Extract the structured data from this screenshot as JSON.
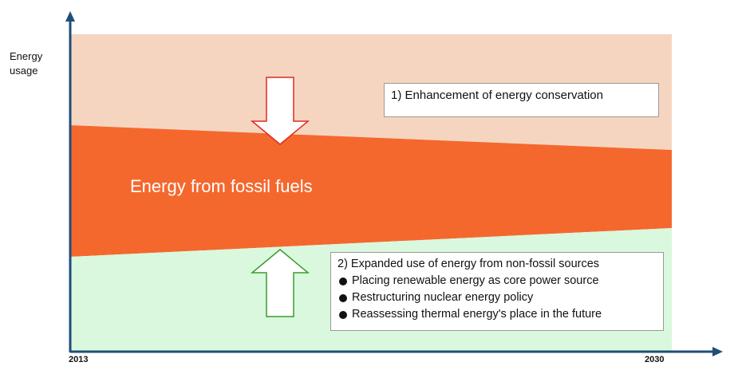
{
  "axis": {
    "y_label_line1": "Energy",
    "y_label_line2": "usage",
    "x_start": "2013",
    "x_end": "2030"
  },
  "regions": {
    "fossil_label": "Energy from fossil fuels"
  },
  "boxes": {
    "conservation": {
      "title": "1) Enhancement of energy conservation"
    },
    "nonfossil": {
      "title": "2) Expanded use of energy from non-fossil sources",
      "items": [
        "Placing renewable energy as core power source",
        "Restructuring nuclear energy policy",
        "Reassessing thermal energy's place in the future"
      ]
    }
  },
  "colors": {
    "conservation_region": "#f6d5c0",
    "fossil_region": "#f4682e",
    "nonfossil_region": "#d9f8dd",
    "axis": "#1f4e79",
    "down_arrow_outline": "#e0291f",
    "up_arrow_outline": "#3a9a2f"
  }
}
